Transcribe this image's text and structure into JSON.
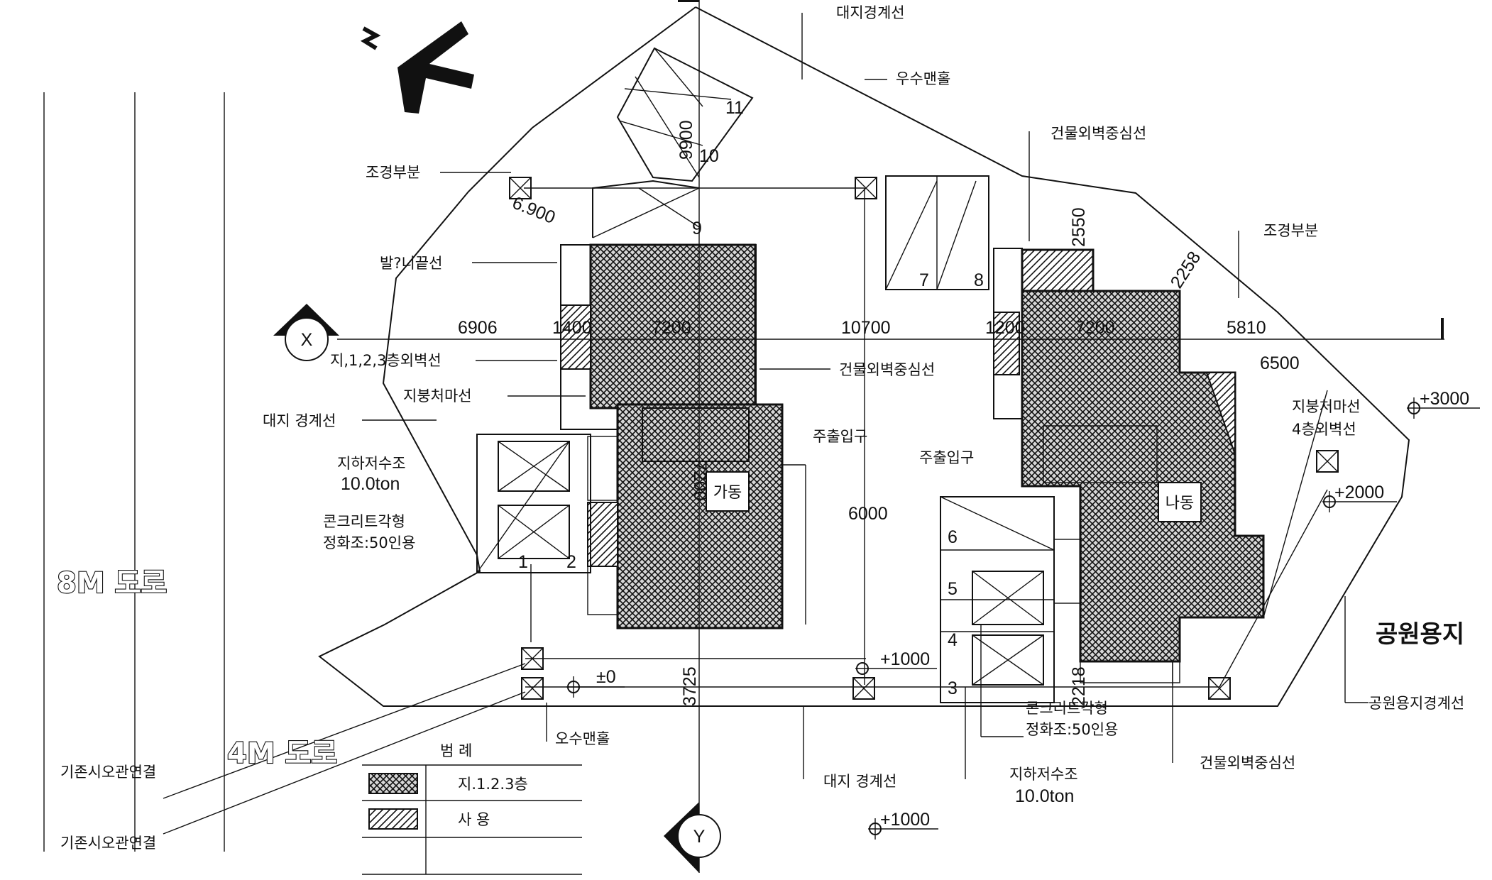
{
  "labels": {
    "site_boundary_top": "대지경계선",
    "rain_manhole": "우수맨홀",
    "wall_center_right_top": "건물외벽중심선",
    "landscape_left": "조경부분",
    "landscape_right": "조경부분",
    "balcony_line": "발?니끝선",
    "floor_wall_line": "지,1,2,3층외벽선",
    "wall_center_mid": "건물외벽중심선",
    "roof_eave_left": "지붕처마선",
    "site_boundary_left": "대지 경계선",
    "roof_eave_right": "지붕처마선",
    "fourth_floor_wall": "4층외벽선",
    "entrance_a": "주출입구",
    "entrance_b": "주출입구",
    "tank_left_1": "지하저수조",
    "tank_left_2": "10.0ton",
    "septic_left_1": "콘크리트각형",
    "septic_left_2": "정화조:50인용",
    "park_site_text": "공원용지",
    "park_boundary": "공원용지경계선",
    "sewer_manhole": "오수맨홀",
    "septic_bottom_1": "콘크리트각형",
    "septic_bottom_2": "정화조:50인용",
    "tank_bottom_1": "지하저수조",
    "tank_bottom_2": "10.0ton",
    "wall_center_bottom": "건물외벽중심선",
    "site_boundary_bottom": "대지 경계선",
    "sewer_connect_1": "기존시오관연결",
    "sewer_connect_2": "기존시오관연결",
    "road_8m": "8M 도로",
    "road_4m": "4M 도로",
    "building_a": "가동",
    "building_b": "나동"
  },
  "dimensions": {
    "d9900": "9900",
    "d6900": "6.900",
    "d6906": "6906",
    "d1400": "1400",
    "d7200a": "7200",
    "d10700": "10700",
    "d1200": "1200",
    "d7200b": "7200",
    "d5810": "5810",
    "d6500": "6500",
    "d2550": "2550",
    "d2258": "2258",
    "d6000": "6000",
    "d3725": "3725",
    "d2218": "2218",
    "d7200v": "7200"
  },
  "levels": {
    "l3000": "+3000",
    "l2000": "+2000",
    "l1000a": "+1000",
    "l0": "±0",
    "l1000b": "+1000"
  },
  "numbers": [
    "11",
    "10",
    "9",
    "7",
    "8",
    "1",
    "2",
    "6",
    "5",
    "4",
    "3"
  ],
  "grid": {
    "x": "X",
    "y": "Y"
  },
  "legend": {
    "title": "범 례",
    "row1": "지.1.2.3층",
    "row2": "사 용"
  }
}
